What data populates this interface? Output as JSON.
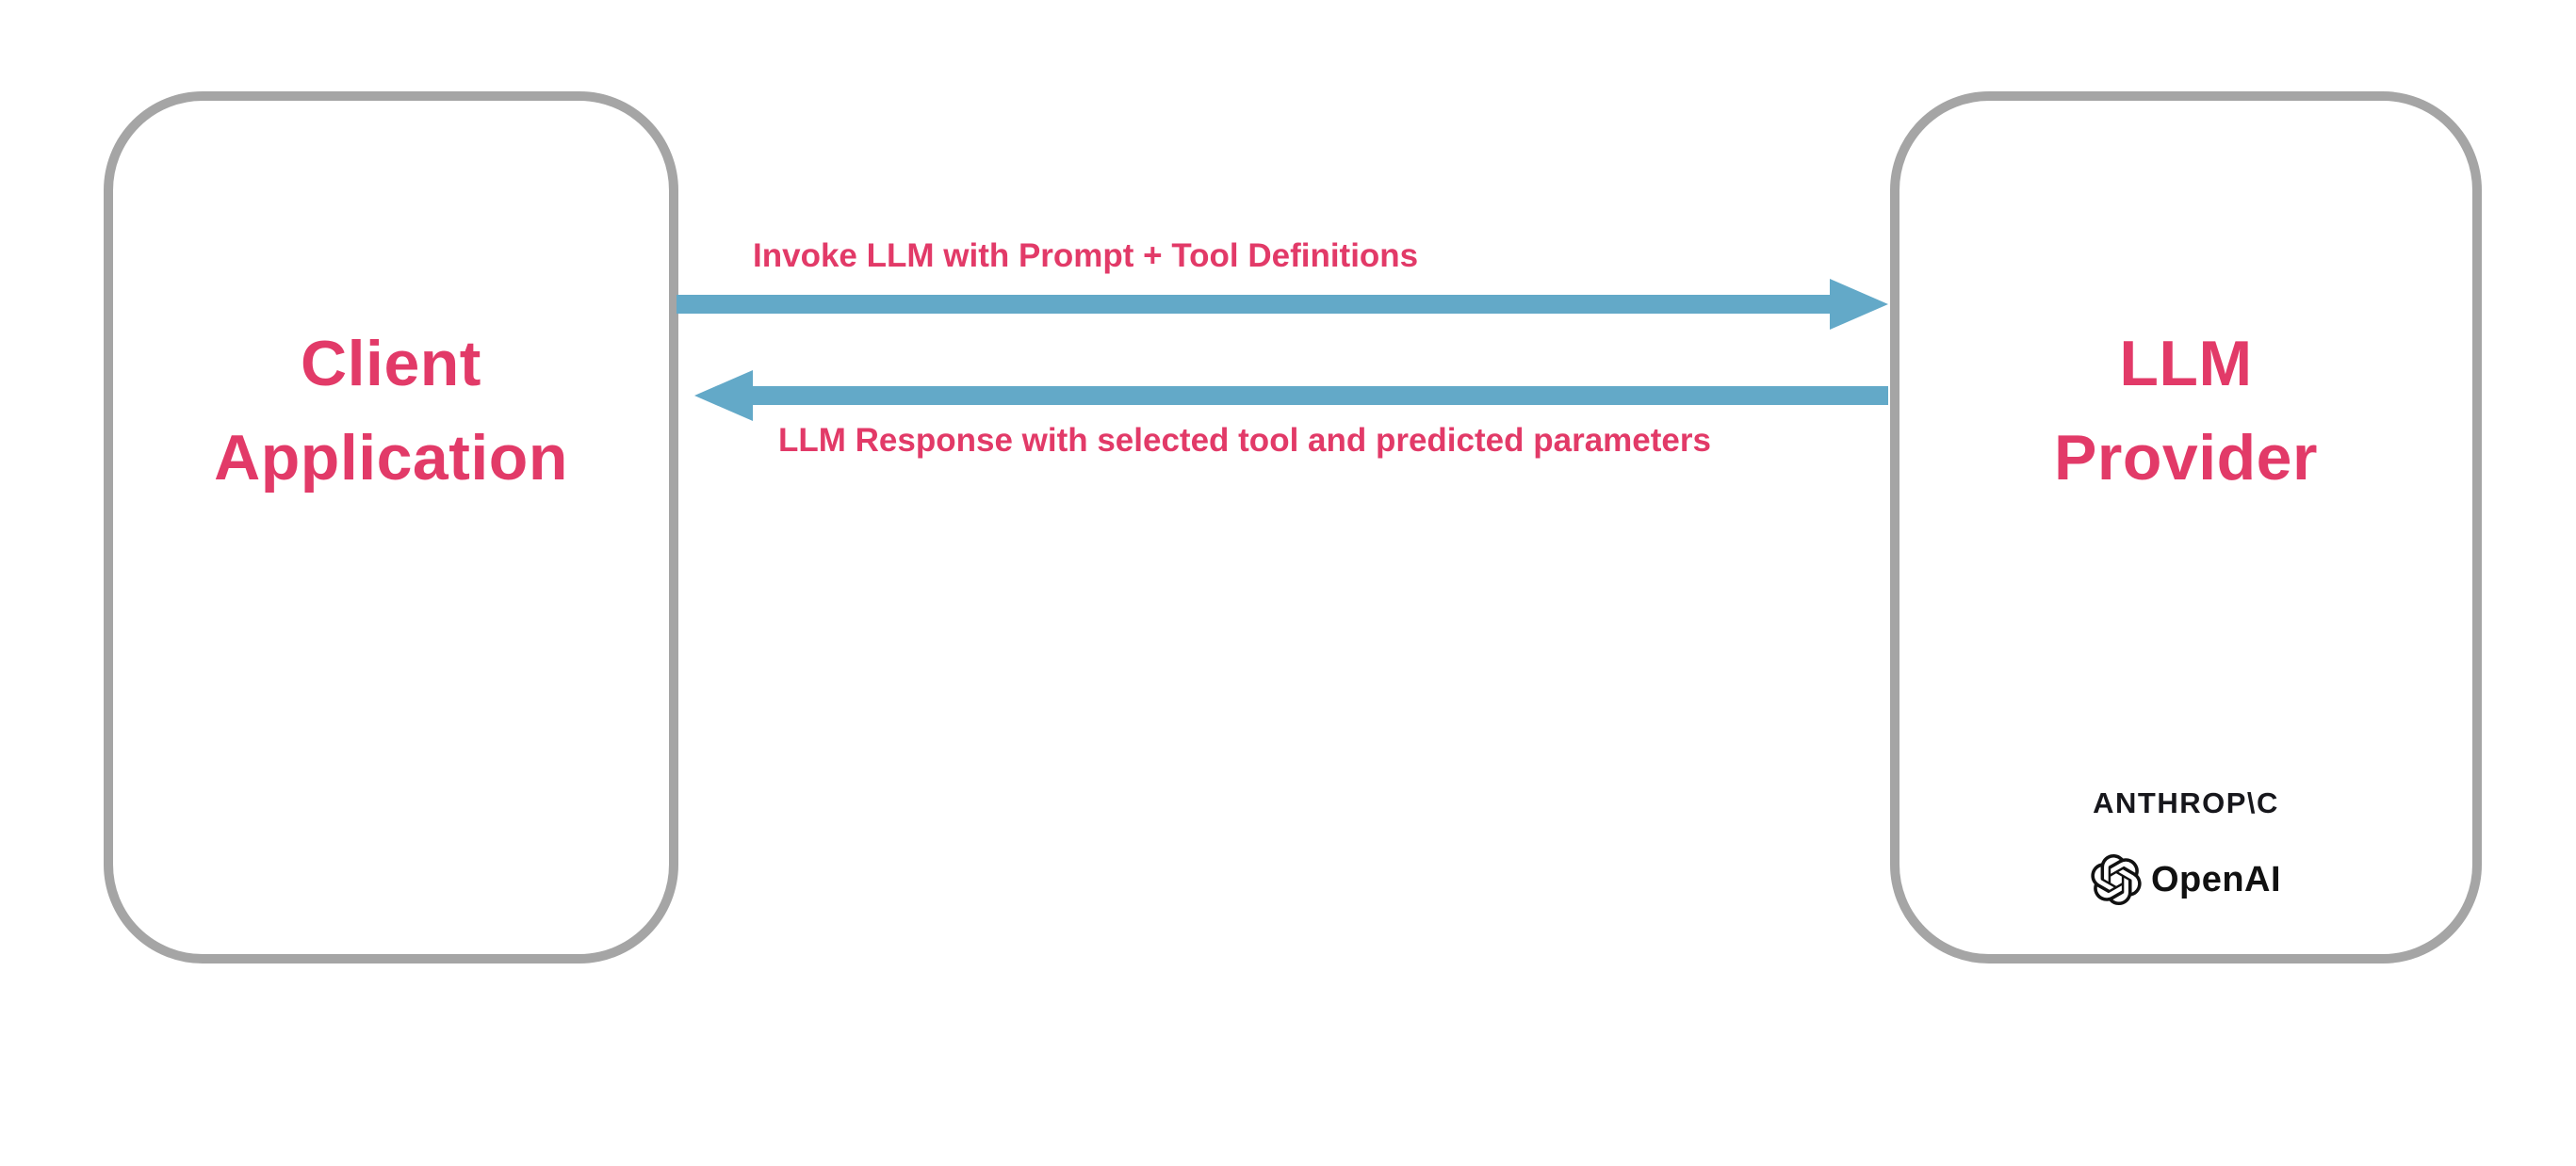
{
  "diagram": {
    "client": {
      "line1": "Client",
      "line2": "Application"
    },
    "provider": {
      "line1": "LLM",
      "line2": "Provider",
      "logos": {
        "anthropic": "ANTHROP\\C",
        "openai": "OpenAI"
      }
    },
    "messages": {
      "request": "Invoke LLM with Prompt + Tool Definitions",
      "response": "LLM Response with selected tool and predicted parameters"
    },
    "arrows": {
      "request_direction": "left-to-right",
      "response_direction": "right-to-left"
    },
    "colors": {
      "accent_pink": "#e23a68",
      "arrow_blue": "#63a9c8",
      "border_gray": "#a5a5a5",
      "logo_black": "#17171c",
      "background": "#ffffff"
    }
  }
}
